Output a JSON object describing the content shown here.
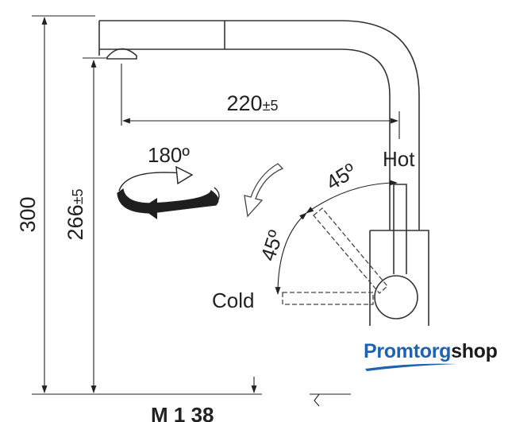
{
  "dimensions": {
    "height_total": "300",
    "height_spout": "266",
    "height_spout_tol": "±5",
    "reach": "220",
    "reach_tol": "±5",
    "bottom_label": "M 1 38"
  },
  "rotation": {
    "swivel_label": "180º",
    "lever_angle_1": "45º",
    "lever_angle_2": "45º"
  },
  "labels": {
    "hot": "Hot",
    "cold": "Cold"
  },
  "watermark": {
    "part1": "Promtorg",
    "part2": "shop",
    "accent_color": "#1f63b0"
  }
}
